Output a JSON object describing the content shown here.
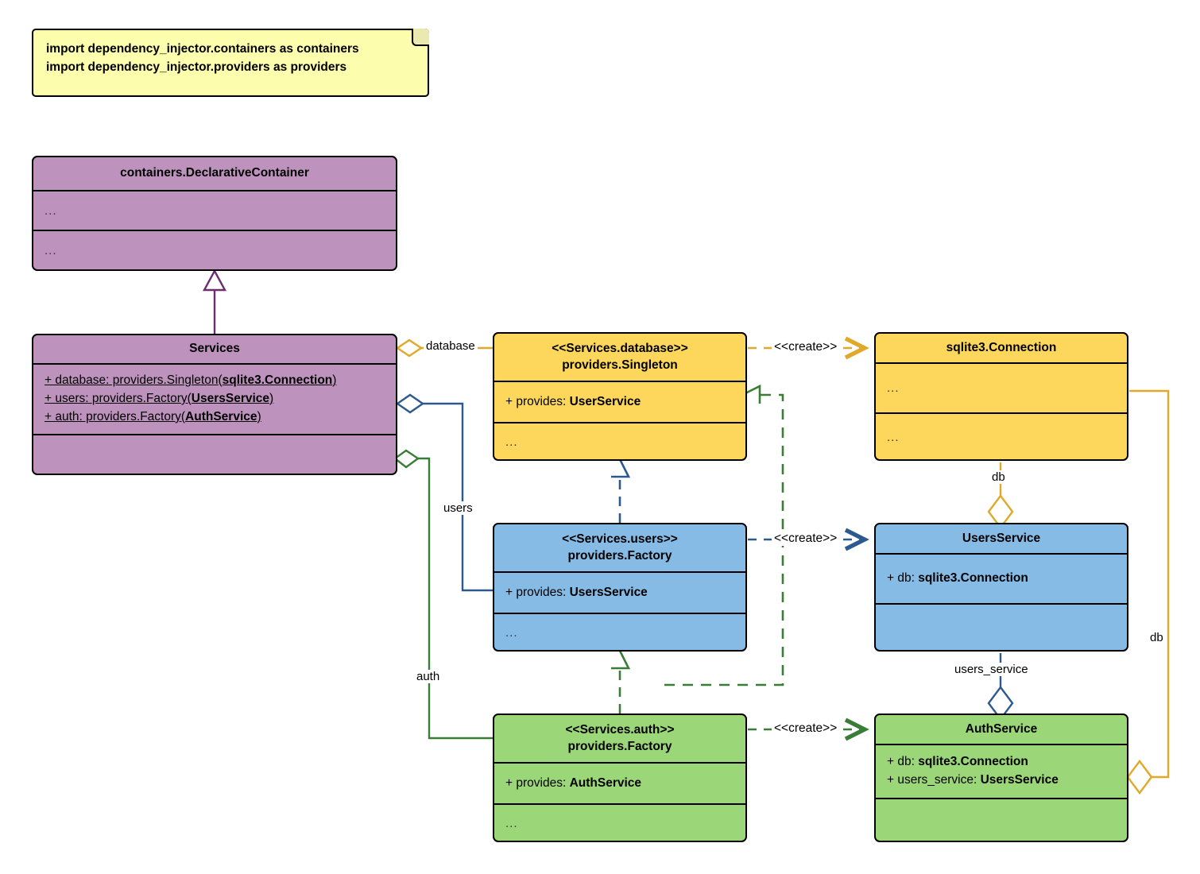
{
  "diagram": {
    "title": "dependency_injector containers / providers UML class diagram",
    "type": "uml-class-diagram"
  },
  "colors": {
    "note_fill": "#fdfdae",
    "purple": "#bd93bd",
    "yellow": "#fcd75c",
    "blue": "#85bbe5",
    "green": "#9bd678",
    "yellow_edge": "#e0a92a",
    "blue_edge": "#2d5a8e",
    "green_edge": "#3a7d36",
    "purple_edge": "#6d2d6d",
    "stroke": "#000000"
  },
  "note": {
    "line1": "import dependency_injector.containers as containers",
    "line2": "import dependency_injector.providers as providers"
  },
  "classes": {
    "declarative_container": {
      "title": "containers.DeclarativeContainer",
      "attributes": "...",
      "methods": "..."
    },
    "services": {
      "title": "Services",
      "attributes": [
        {
          "prefix": "+ database: providers.Singleton(",
          "bold": "sqlite3.Connection",
          "suffix": ")"
        },
        {
          "prefix": "+ users: providers.Factory(",
          "bold": "UsersService",
          "suffix": ")"
        },
        {
          "prefix": "+ auth: providers.Factory(",
          "bold": "AuthService",
          "suffix": ")"
        }
      ],
      "methods": ""
    },
    "services_database": {
      "stereotype": "<<Services.database>>",
      "title": "providers.Singleton",
      "attribute_prefix": "+ provides: ",
      "attribute_bold": "UserService",
      "methods": "..."
    },
    "sqlite_connection": {
      "title": "sqlite3.Connection",
      "attributes": "...",
      "methods": "..."
    },
    "services_users": {
      "stereotype": "<<Services.users>>",
      "title": "providers.Factory",
      "attribute_prefix": "+ provides: ",
      "attribute_bold": "UsersService",
      "methods": "..."
    },
    "users_service": {
      "title": "UsersService",
      "attribute_prefix": "+ db: ",
      "attribute_bold": "sqlite3.Connection",
      "methods": ""
    },
    "services_auth": {
      "stereotype": "<<Services.auth>>",
      "title": "providers.Factory",
      "attribute_prefix": "+ provides: ",
      "attribute_bold": "AuthService",
      "methods": "..."
    },
    "auth_service": {
      "title": "AuthService",
      "attributes": [
        {
          "prefix": "+ db: ",
          "bold": "sqlite3.Connection"
        },
        {
          "prefix": "+ users_service: ",
          "bold": "UsersService"
        }
      ],
      "methods": ""
    }
  },
  "edges": {
    "database_label": "database",
    "users_label": "users",
    "auth_label": "auth",
    "create_database": "<<create>>",
    "create_users": "<<create>>",
    "create_auth": "<<create>>",
    "db_users_service": "db",
    "users_service_auth": "users_service",
    "db_auth_service": "db"
  }
}
